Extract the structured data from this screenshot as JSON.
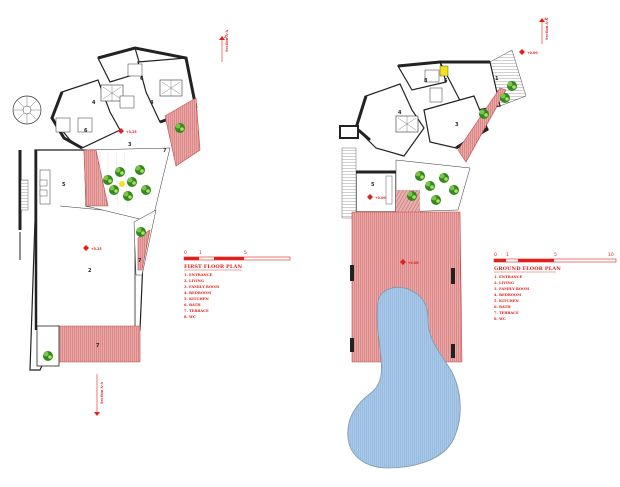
{
  "first_floor": {
    "title": "FIRST FLOOR PLAN",
    "legend": [
      "1. ENTRANCE",
      "2. LIVING",
      "3. FAMILY ROOM",
      "4. BEDROOM",
      "5. KITCHEN",
      "6. BATH",
      "7. TERRACE",
      "8. WC"
    ],
    "scale_ticks": [
      "0",
      "1",
      "5"
    ],
    "room_numbers": [
      "4",
      "6",
      "6",
      "4",
      "3",
      "5",
      "2",
      "7",
      "7",
      "7"
    ],
    "levels": [
      "+3.25",
      "+3.25"
    ],
    "section_marks": [
      "Section A-A",
      "Section A-A"
    ],
    "section_letter": "A"
  },
  "ground_floor": {
    "title": "GROUND FLOOR PLAN",
    "legend": [
      "1. ENTRANCE",
      "2. LIVING",
      "3. FAMILY ROOM",
      "4. BEDROOM",
      "5. KITCHEN",
      "6. BATH",
      "7. TERRACE",
      "8. WC"
    ],
    "scale_ticks": [
      "0",
      "1",
      "5",
      "10"
    ],
    "room_numbers": [
      "6",
      "8",
      "1",
      "4",
      "3",
      "5"
    ],
    "levels": [
      "+0.00",
      "+0.00",
      "+0.00"
    ],
    "section_marks": [
      "Section A-A"
    ],
    "section_letter": "A"
  },
  "colors": {
    "annotation": "#e0201b",
    "terrace": "#d9706f",
    "pool": "#9ec3e6",
    "planting": "#3f9a2a",
    "wall": "#222222",
    "accent": "#f4e21a"
  }
}
